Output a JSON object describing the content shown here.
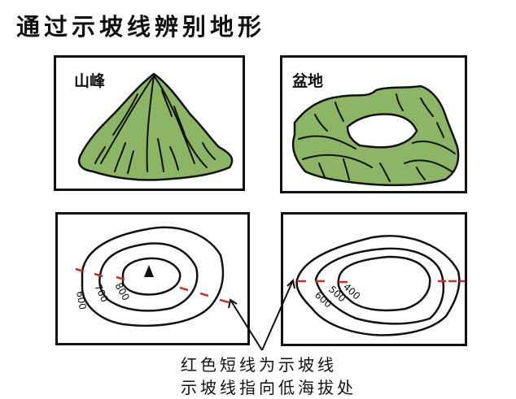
{
  "title": "通过示坡线辨别地形",
  "panels": {
    "peak_illustration": {
      "label": "山峰"
    },
    "basin_illustration": {
      "label": "盆地"
    },
    "peak_contour": {
      "labels": [
        "600",
        "700",
        "800"
      ],
      "summit_marker": "triangle"
    },
    "basin_contour": {
      "labels": [
        "400",
        "500",
        "600"
      ]
    }
  },
  "caption": {
    "line1": "红色短线为示坡线",
    "line2": "示坡线指向低海拔处"
  },
  "colors": {
    "terrain_fill": "#8db566",
    "slope_line": "#d42a2a",
    "outline": "#111111"
  }
}
